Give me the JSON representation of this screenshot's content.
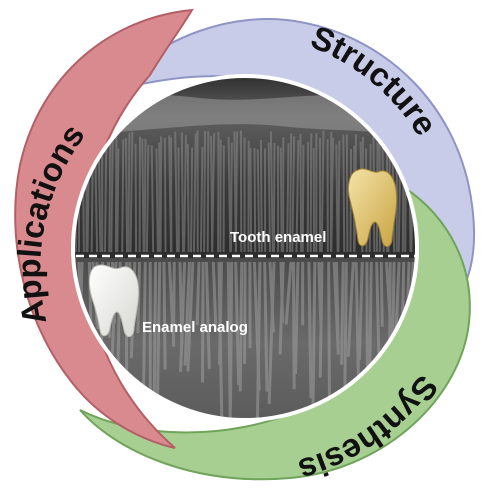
{
  "segments": {
    "structure": {
      "label": "Structure",
      "color": "#c8cce8",
      "edge": "#8e94c4"
    },
    "synthesis": {
      "label": "Synthesis",
      "color": "#a8cf92",
      "edge": "#6fa45a"
    },
    "applications": {
      "label": "Applications",
      "color": "#d98a8e",
      "edge": "#b35f66"
    }
  },
  "center": {
    "upper_label": "Tooth enamel",
    "lower_label": "Enamel analog"
  }
}
